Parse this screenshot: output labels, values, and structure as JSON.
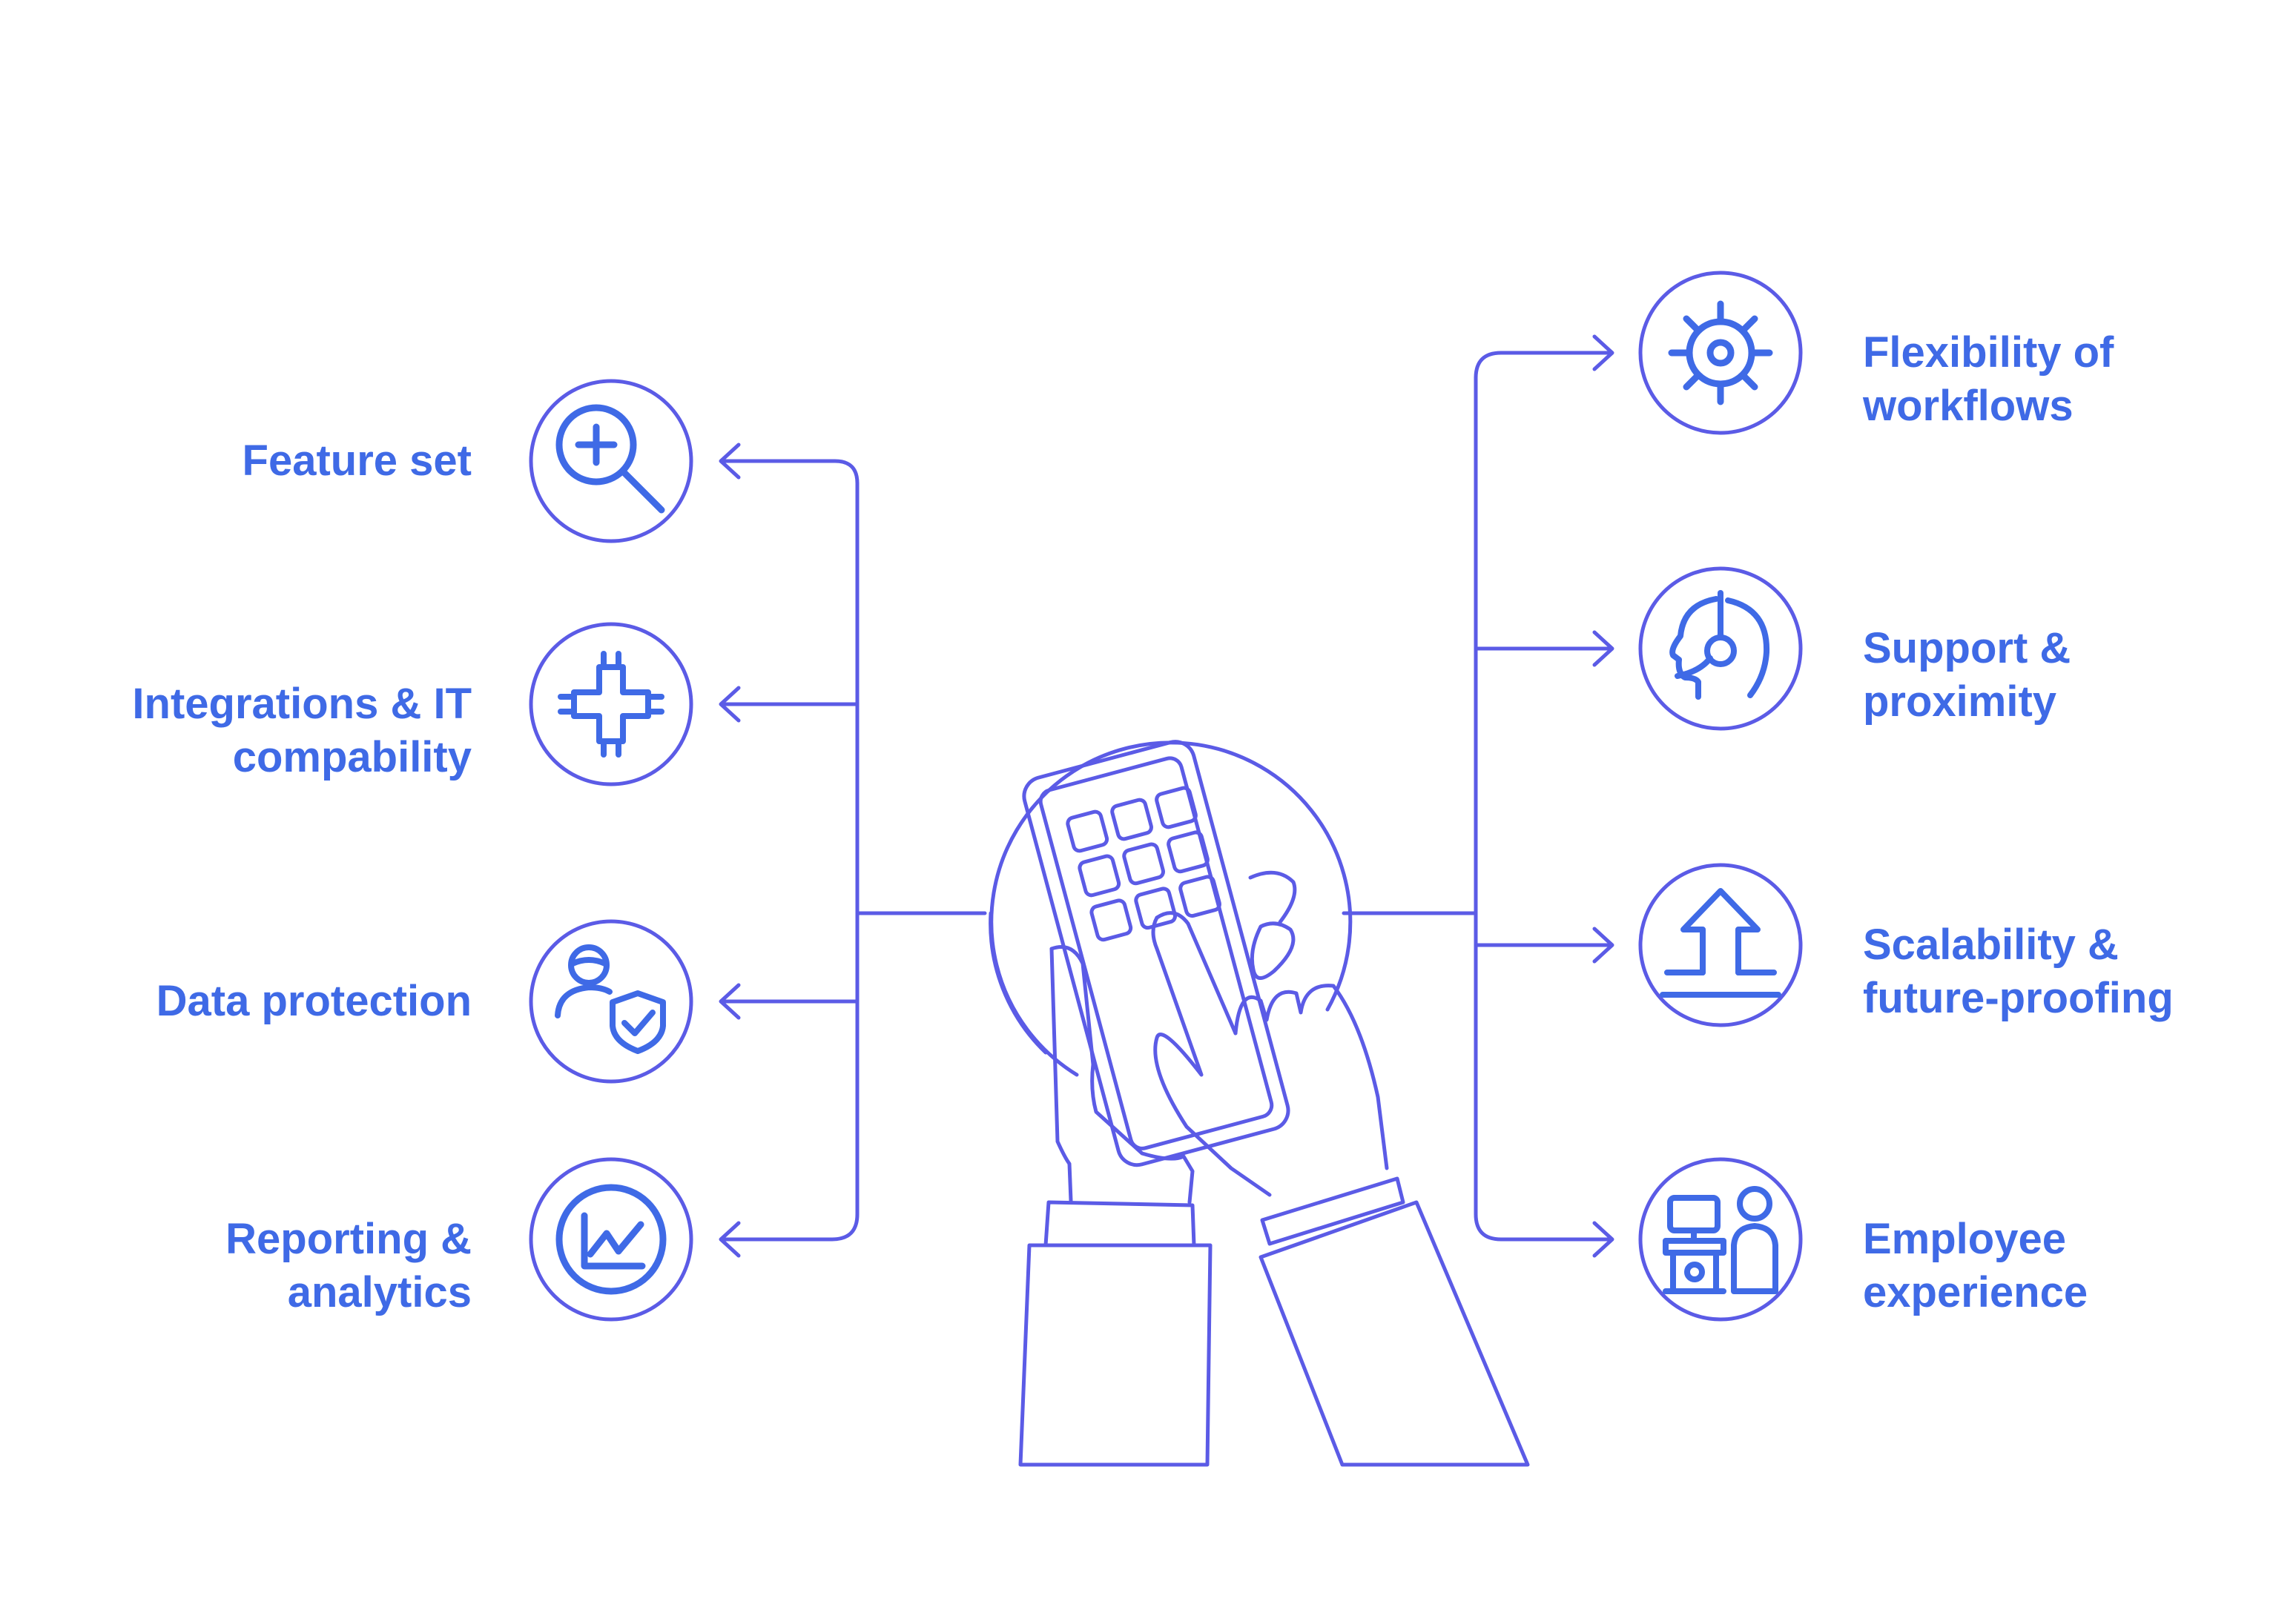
{
  "colors": {
    "line": "#5b5be6",
    "text": "#3f6ae6",
    "background": "#ffffff"
  },
  "left_items": [
    {
      "lines": [
        "Feature set"
      ],
      "icon": "magnifier-plus-icon"
    },
    {
      "lines": [
        "Integrations & IT",
        "compability"
      ],
      "icon": "puzzle-connector-icon"
    },
    {
      "lines": [
        "Data protection"
      ],
      "icon": "user-shield-icon"
    },
    {
      "lines": [
        "Reporting &",
        "analytics"
      ],
      "icon": "line-chart-icon"
    }
  ],
  "right_items": [
    {
      "lines": [
        "Flexibility of",
        "workflows"
      ],
      "icon": "gear-icon"
    },
    {
      "lines": [
        "Support &",
        "proximity"
      ],
      "icon": "headset-head-icon"
    },
    {
      "lines": [
        "Scalability &",
        "future-proofing"
      ],
      "icon": "upload-arrow-icon"
    },
    {
      "lines": [
        "Employee",
        "experience"
      ],
      "icon": "desk-person-icon"
    }
  ],
  "center_icon": "hands-holding-phone-icon"
}
